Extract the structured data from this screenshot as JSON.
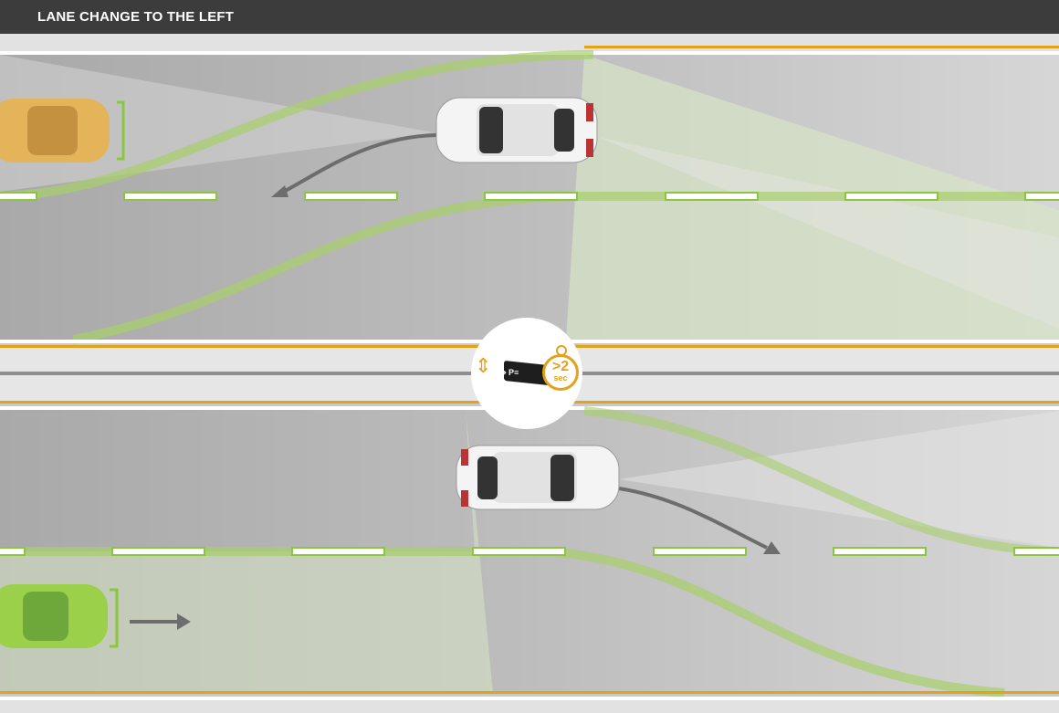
{
  "header": {
    "title": "LANE CHANGE TO THE LEFT"
  },
  "badge": {
    "stalk_symbols": "⇔⇒ P≡",
    "timer_value": ">2",
    "timer_unit": "sec"
  },
  "colors": {
    "header_bg": "#3c3c3c",
    "road": "#b8b8b8",
    "lane_marking_accent": "#8cc63f",
    "edge_line_orange": "#e3a21a",
    "sensor_car": "#e3b45a",
    "target_car": "#9bd04a"
  }
}
